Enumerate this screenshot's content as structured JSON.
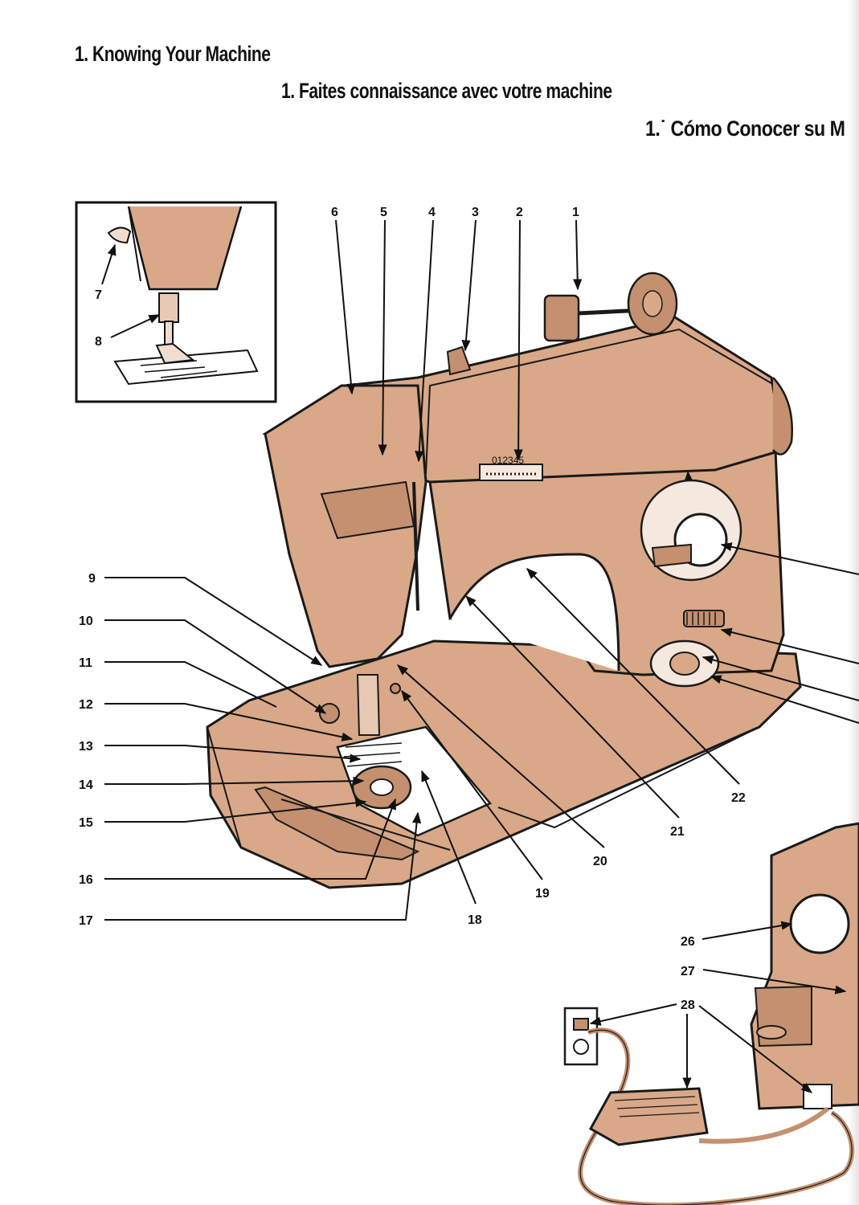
{
  "headings": {
    "english": "1. Knowing Your Machine",
    "french": "1. Faites connaissance avec votre machine",
    "spanish": "1.˙ Cómo Conocer su M"
  },
  "dial_digits": "012345",
  "callouts": [
    "1",
    "2",
    "3",
    "4",
    "5",
    "6",
    "7",
    "8",
    "9",
    "10",
    "11",
    "12",
    "13",
    "14",
    "15",
    "16",
    "17",
    "18",
    "19",
    "20",
    "21",
    "22",
    "26",
    "27",
    "28",
    "28"
  ],
  "colors": {
    "body": "#d9a888",
    "body_dark": "#c4906f",
    "outline": "#1a1a1a",
    "paper": "#ffffff"
  }
}
